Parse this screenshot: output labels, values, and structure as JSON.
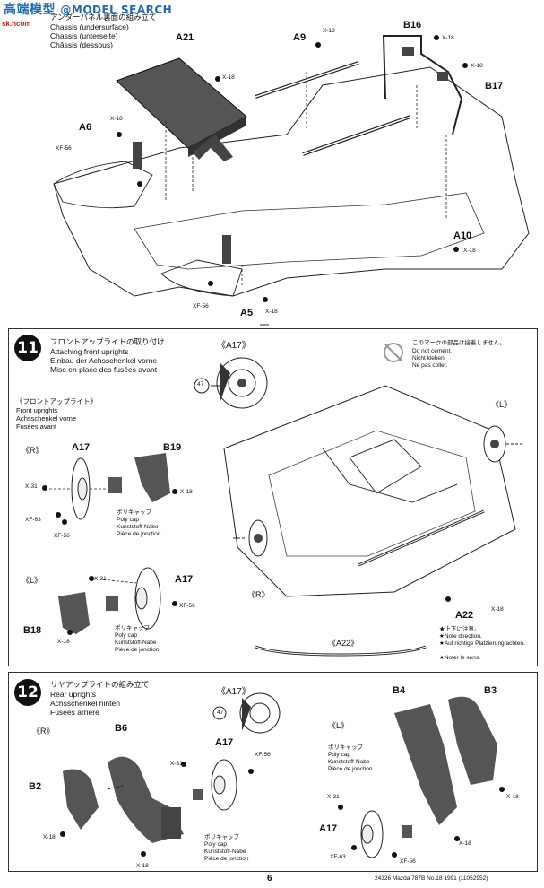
{
  "watermark": {
    "logo_text": "@MODEL SEARCH",
    "cn_text": "高端模型",
    "sub_text": "sk.hcom"
  },
  "step10": {
    "title_jp": "アンダーパネル裏面の組み立て",
    "title_en": "Chassis (undersurface)",
    "title_de": "Chassis (unterseite)",
    "title_fr": "Châssis (dessous)",
    "parts": [
      "A21",
      "A9",
      "B16",
      "B17",
      "A6",
      "A10",
      "A5"
    ],
    "screws": [
      "X-18",
      "X-18",
      "X-18",
      "X-18",
      "X-18",
      "X-18",
      "X-18",
      "XF-56",
      "XF-56"
    ]
  },
  "step11": {
    "number": "11",
    "title_jp": "フロントアップライトの取り付け",
    "title_en": "Attaching front uprights",
    "title_de": "Einbau der Achsschenkel vorne",
    "title_fr": "Mise en place des fusées avant",
    "a17_label": "《A17》",
    "paint_code": "47",
    "note_jp": "このマークの部品は接着しません。",
    "note_en": "Do not cement.",
    "note_de": "Nicht kleben.",
    "note_fr": "Ne pas coller.",
    "front_header_jp": "《フロントアップライト》",
    "front_header_en": "Front uprights",
    "front_header_de": "Achsschenkel vorne",
    "front_header_fr": "Fusées avant",
    "r_label": "《R》",
    "l_label": "《L》",
    "l_label2": "《L》",
    "r_label2": "《R》",
    "parts_r": [
      "A17",
      "B19"
    ],
    "parts_l": [
      "A17",
      "B18"
    ],
    "screw_r": [
      "X-31",
      "X-18",
      "XF-63",
      "XF-56"
    ],
    "screw_l": [
      "X-31",
      "XF-56",
      "X-18"
    ],
    "polycap_jp": "ポリキャップ",
    "polycap_en": "Poly cap",
    "polycap_de": "Kunststoff-Nabe",
    "polycap_fr": "Pièce de jonction",
    "a22": "A22",
    "a22_screw": "X-18",
    "direction_jp": "★上下に注意。",
    "direction_en": "★Note direction.",
    "direction_de": "★Auf richtige Platzierung achten.",
    "direction_fr": "★Noter le sens.",
    "a22_bracket": "《A22》"
  },
  "step12": {
    "number": "12",
    "title_jp": "リヤアップライトの組み立て",
    "title_en": "Rear uprights",
    "title_de": "Achsschenkel hinten",
    "title_fr": "Fusées arrière",
    "a17_label": "《A17》",
    "paint_code": "47",
    "r_label": "《R》",
    "l_label": "《L》",
    "parts": [
      "B6",
      "B2",
      "A17",
      "B4",
      "B3",
      "A17"
    ],
    "screws": [
      "X-31",
      "XF-56",
      "X-18",
      "X-18",
      "X-18",
      "X-31",
      "XF-63",
      "XF-56",
      "X-18"
    ],
    "polycap_jp": "ポリキャップ",
    "polycap_en": "Poly cap",
    "polycap_de": "Kunststoff-Nabe",
    "polycap_fr": "Pièce de jonction"
  },
  "footer": {
    "page_number": "6",
    "product_code": "24326  Mazda 787B No.18 1991 (11052952)"
  }
}
